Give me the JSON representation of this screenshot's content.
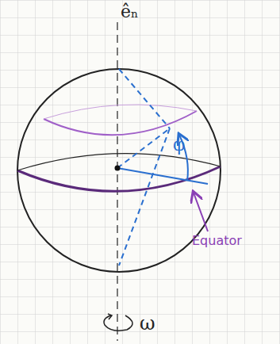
{
  "diagram": {
    "labels": [
      "êₙ",
      "φ",
      "Equator",
      "ω"
    ]
  }
}
